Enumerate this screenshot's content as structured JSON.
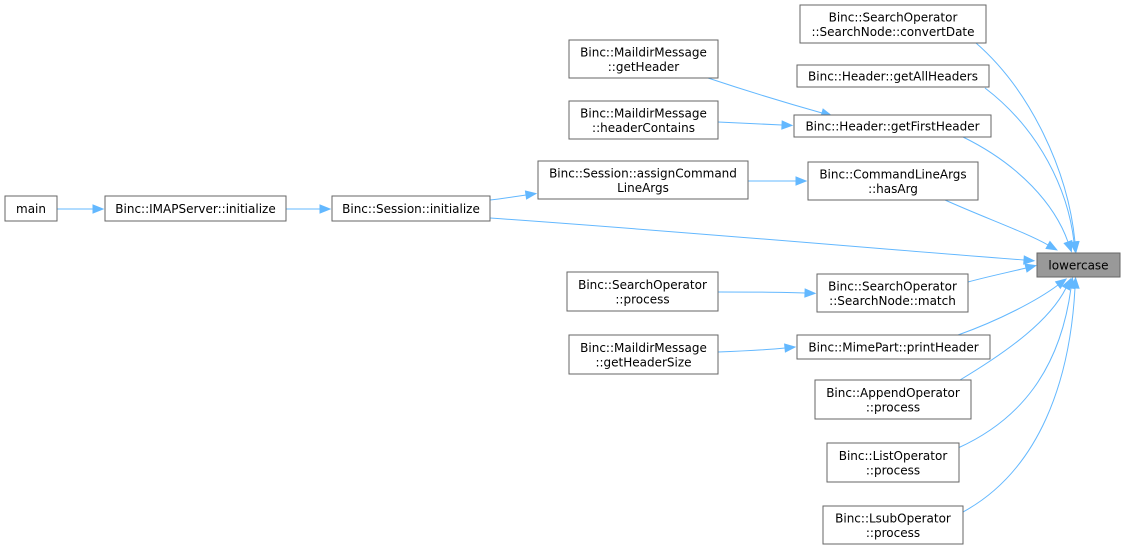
{
  "colors": {
    "edge": "#63b8ff",
    "border": "#666666",
    "current_fill": "#999999"
  },
  "nodes": {
    "lowercase": [
      "lowercase"
    ],
    "convertDate": [
      "Binc::SearchOperator",
      "::SearchNode::convertDate"
    ],
    "getAllHeaders": [
      "Binc::Header::getAllHeaders"
    ],
    "getFirstHeader": [
      "Binc::Header::getFirstHeader"
    ],
    "hasArg": [
      "Binc::CommandLineArgs",
      "::hasArg"
    ],
    "sessionInit": [
      "Binc::Session::initialize"
    ],
    "match": [
      "Binc::SearchOperator",
      "::SearchNode::match"
    ],
    "printHeader": [
      "Binc::MimePart::printHeader"
    ],
    "appendProcess": [
      "Binc::AppendOperator",
      "::process"
    ],
    "listProcess": [
      "Binc::ListOperator",
      "::process"
    ],
    "lsubProcess": [
      "Binc::LsubOperator",
      "::process"
    ],
    "getHeader": [
      "Binc::MaildirMessage",
      "::getHeader"
    ],
    "headerContains": [
      "Binc::MaildirMessage",
      "::headerContains"
    ],
    "assignArgs": [
      "Binc::Session::assignCommand",
      "LineArgs"
    ],
    "imapInit": [
      "Binc::IMAPServer::initialize"
    ],
    "main": [
      "main"
    ],
    "searchProcess": [
      "Binc::SearchOperator",
      "::process"
    ],
    "getHeaderSize": [
      "Binc::MaildirMessage",
      "::getHeaderSize"
    ]
  },
  "edges": [
    [
      "convertDate",
      "lowercase"
    ],
    [
      "getAllHeaders",
      "lowercase"
    ],
    [
      "getFirstHeader",
      "lowercase"
    ],
    [
      "hasArg",
      "lowercase"
    ],
    [
      "sessionInit",
      "lowercase"
    ],
    [
      "match",
      "lowercase"
    ],
    [
      "printHeader",
      "lowercase"
    ],
    [
      "appendProcess",
      "lowercase"
    ],
    [
      "listProcess",
      "lowercase"
    ],
    [
      "lsubProcess",
      "lowercase"
    ],
    [
      "getHeader",
      "getFirstHeader"
    ],
    [
      "headerContains",
      "getFirstHeader"
    ],
    [
      "assignArgs",
      "hasArg"
    ],
    [
      "sessionInit",
      "assignArgs"
    ],
    [
      "imapInit",
      "sessionInit"
    ],
    [
      "main",
      "imapInit"
    ],
    [
      "searchProcess",
      "match"
    ],
    [
      "getHeaderSize",
      "printHeader"
    ]
  ]
}
